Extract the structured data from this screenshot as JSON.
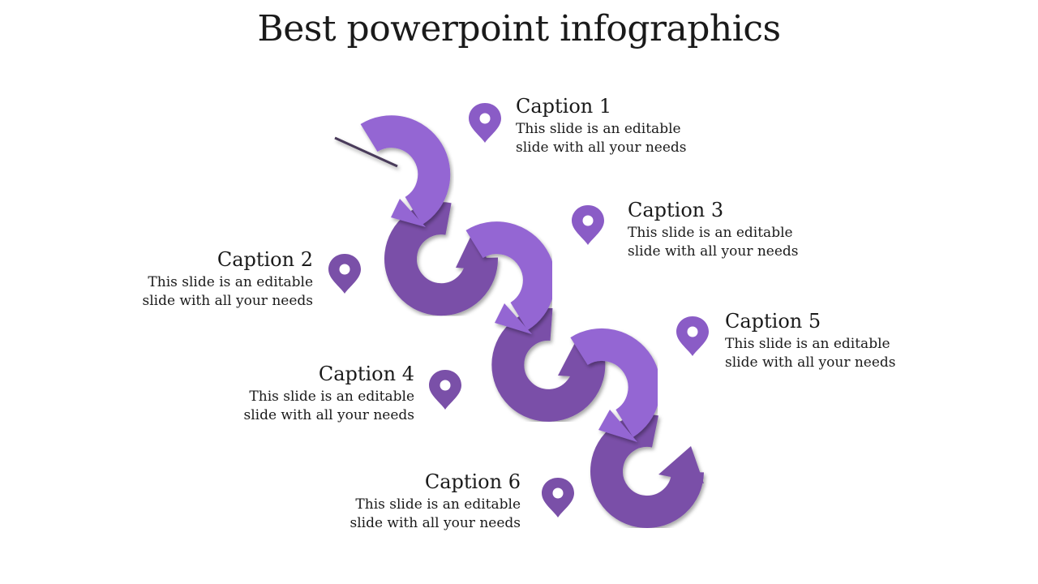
{
  "slide": {
    "title": "Best powerpoint infographics"
  },
  "captions": [
    {
      "title": "Caption 1",
      "line1": "This slide is an editable",
      "line2": "slide with all your needs"
    },
    {
      "title": "Caption 2",
      "line1": "This slide is an editable",
      "line2": "slide with all your needs"
    },
    {
      "title": "Caption 3",
      "line1": "This slide is an editable",
      "line2": "slide with all your needs"
    },
    {
      "title": "Caption 4",
      "line1": "This slide is an editable",
      "line2": "slide with all your needs"
    },
    {
      "title": "Caption 5",
      "line1": "This slide is an editable",
      "line2": "slide with all your needs"
    },
    {
      "title": "Caption 6",
      "line1": "This slide is an editable",
      "line2": "slide with all your needs"
    }
  ],
  "colors": {
    "light_arrow": "#9466d3",
    "dark_arrow": "#7a50a8",
    "pin": "#8a5cc6"
  },
  "icons": [
    "location-pin-icon"
  ]
}
